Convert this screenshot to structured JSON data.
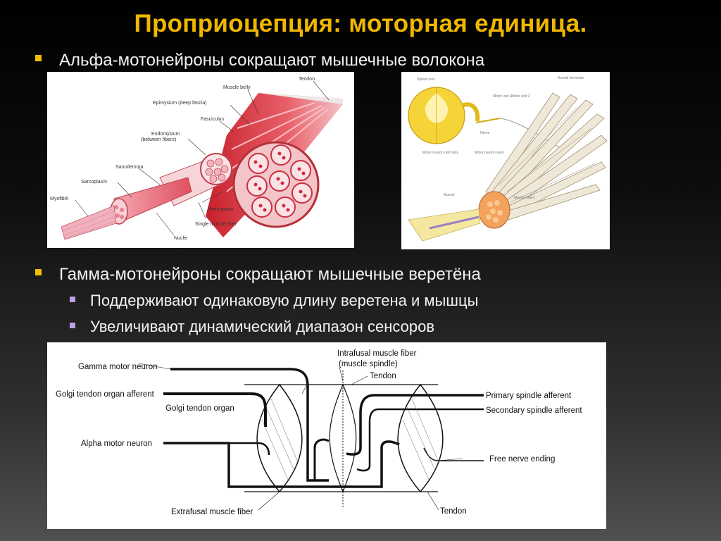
{
  "slide": {
    "title": "Проприоцепция: моторная единица.",
    "bullets": [
      {
        "text": "Альфа-мотонейроны сокращают мышечные волокона",
        "sub": []
      },
      {
        "text": "Гамма-мотонейроны сокращают мышечные веретёна",
        "sub": [
          "Поддерживают одинаковую длину веретена и мышцы",
          "Увеличивают динамический диапазон сенсоров"
        ]
      }
    ]
  },
  "figure1": {
    "labels": {
      "tendon": "Tendon",
      "muscle_belly": "Muscle belly",
      "epimysium": "Epimysium (deep fascia)",
      "fasciculus": "Fasciculus",
      "endomysium": "Endomysium",
      "endomysium_note": "(between fibers)",
      "sarcolemma": "Sarcolemma",
      "sarcoplasm": "Sarcoplasm",
      "myofibril": "Myofibril",
      "perimysium": "Perimysium",
      "single_fiber": "Single muscle fiber",
      "nuclei": "Nuclei"
    }
  },
  "figure2": {
    "labels": {
      "spinal_cord": "Spinal cord",
      "axonal_terminals": "Axonal terminals",
      "motor_unit_1": "Motor unit 1",
      "motor_unit_2": "Motor unit 2",
      "nerve": "Nerve",
      "motor_neuron_cell_body": "Motor neuron cell body",
      "motor_neuron_axon": "Motor neuron axon",
      "muscle": "Muscle",
      "muscle_fibers": "Muscle fibers"
    }
  },
  "figure3": {
    "labels": {
      "gamma_motor_neuron": "Gamma motor neuron",
      "golgi_afferent": "Golgi tendon organ  afferent",
      "golgi_organ": "Golgi tendon organ",
      "alpha_motor_neuron": "Alpha motor neuron",
      "extrafusal": "Extrafusal muscle fiber",
      "intrafusal": "Intrafusal muscle fiber",
      "muscle_spindle": "(muscle spindle)",
      "tendon_top": "Tendon",
      "primary_afferent": "Primary spindle afferent",
      "secondary_afferent": "Secondary spindle  afferent",
      "free_nerve_ending": "Free nerve ending",
      "tendon_bottom": "Tendon"
    }
  }
}
